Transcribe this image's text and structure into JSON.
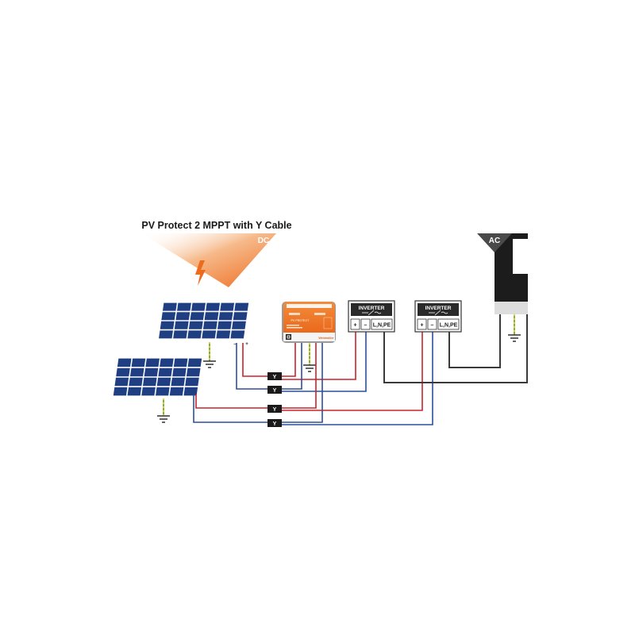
{
  "title": "PV Protect 2 MPPT with Y Cable",
  "dc_label": "DC",
  "ac_label": "AC",
  "device": {
    "name": "PV PROTECT",
    "brand": "Weidmüller"
  },
  "inverters": [
    {
      "label": "INVERTER",
      "plus": "+",
      "minus": "–",
      "ac_terminal": "L,N,PE"
    },
    {
      "label": "INVERTER",
      "plus": "+",
      "minus": "–",
      "ac_terminal": "L,N,PE"
    }
  ],
  "panel1_terminals": {
    "minus": "–",
    "plus": "+"
  },
  "y_connector_label": "Y",
  "y_connectors": [
    "Y",
    "Y",
    "Y",
    "Y"
  ],
  "colors": {
    "orange": "#ee6a1c",
    "panel_blue": "#1f3f82",
    "wire_red": "#c8242b",
    "wire_blue": "#2d4f9c",
    "wire_dark": "#3a3a3a",
    "ground_green": "#7fb23a",
    "ground_yellow": "#e3d13a"
  },
  "icons": [
    "lightning-icon",
    "ground-icon",
    "inverter-symbol-icon",
    "qr-code-icon"
  ]
}
